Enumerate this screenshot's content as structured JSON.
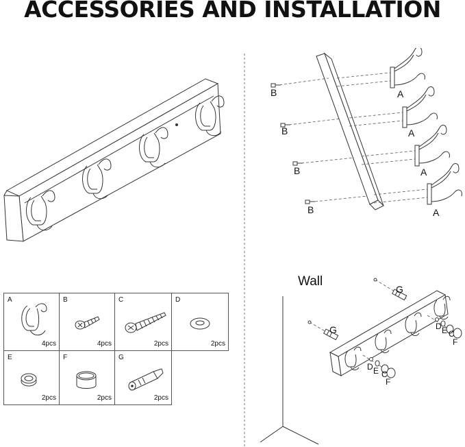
{
  "header": {
    "title": "ACCESSORIES AND INSTALLATION"
  },
  "accessories": [
    {
      "letter": "A",
      "count": "4pcs",
      "icon": "double-hook-icon"
    },
    {
      "letter": "B",
      "count": "4pcs",
      "icon": "screw-icon"
    },
    {
      "letter": "C",
      "count": "2pcs",
      "icon": "long-screw-icon"
    },
    {
      "letter": "D",
      "count": "2pcs",
      "icon": "washer-icon"
    },
    {
      "letter": "E",
      "count": "2pcs",
      "icon": "ring-icon"
    },
    {
      "letter": "F",
      "count": "2pcs",
      "icon": "cap-icon"
    },
    {
      "letter": "G",
      "count": "2pcs",
      "icon": "anchor-icon"
    }
  ],
  "hook_assembly": {
    "hook_label": "A",
    "screw_label": "B"
  },
  "wall_install": {
    "wall_label": "Wall",
    "anchor_label": "G",
    "parts": [
      "D",
      "E",
      "C",
      "F"
    ]
  }
}
